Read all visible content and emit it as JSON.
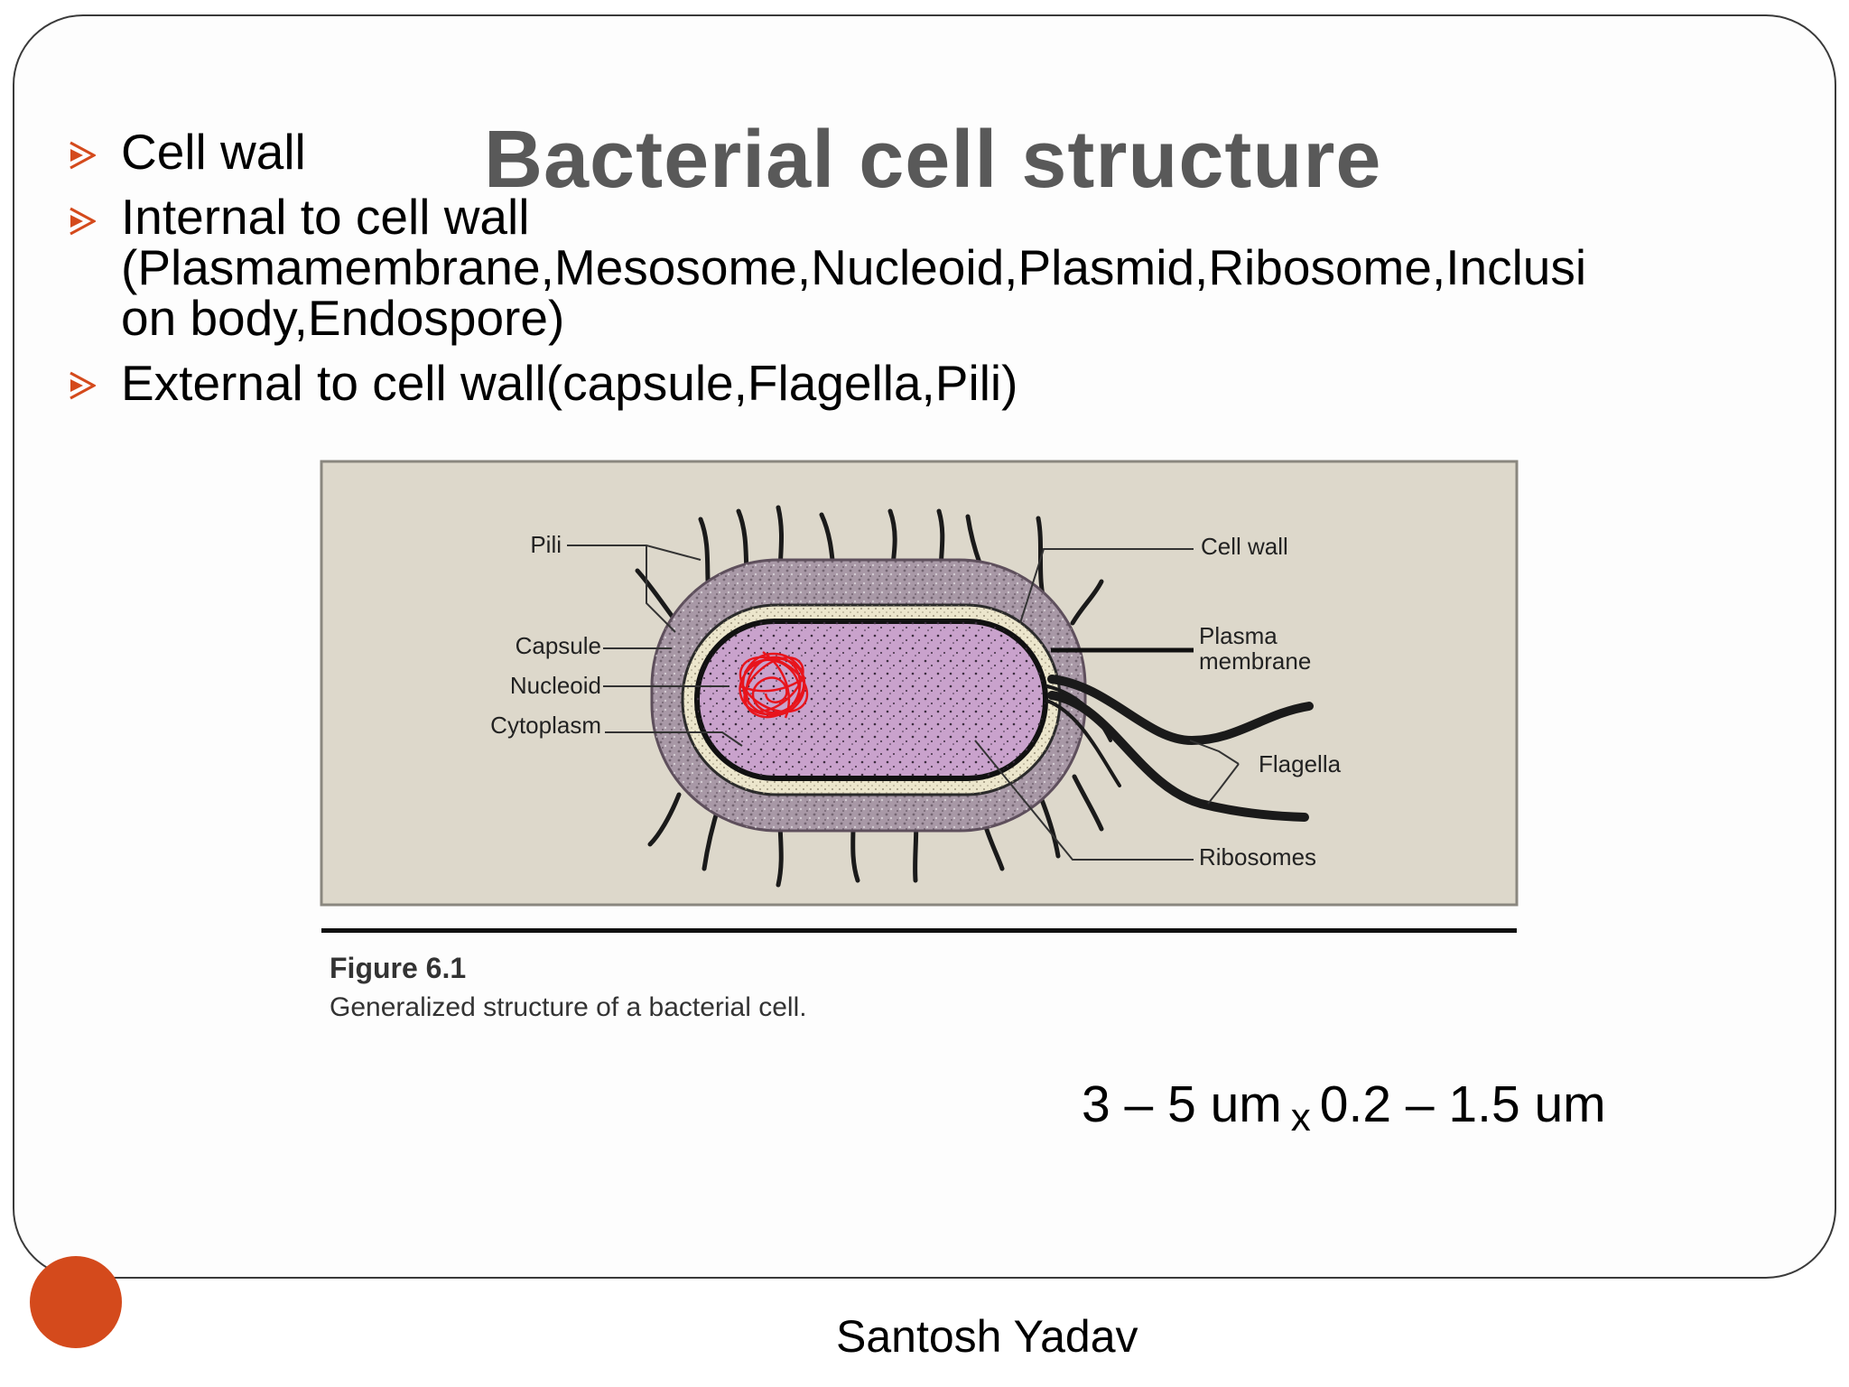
{
  "slide": {
    "title": "Bacterial cell structure",
    "accent_color": "#d44a1c",
    "bullet_icon": "arrow-bullet-icon",
    "bullets": [
      {
        "lines": [
          "Cell wall"
        ]
      },
      {
        "lines": [
          "Internal to cell wall",
          "(Plasmamembrane,Mesosome,Nucleoid,Plasmid,Ribosome,Inclusi",
          "on body,Endospore)"
        ]
      },
      {
        "lines": [
          " External to cell wall(capsule,Flagella,Pili)"
        ]
      }
    ],
    "dimensions": {
      "length": "3 – 5 um",
      "times": "x",
      "width": "0.2 – 1.5 um"
    },
    "author": "Santosh Yadav"
  },
  "figure": {
    "labels": {
      "pili": "Pili",
      "capsule": "Capsule",
      "nucleoid": "Nucleoid",
      "cytoplasm": "Cytoplasm",
      "cell_wall": "Cell wall",
      "plasma_membrane_line1": "Plasma",
      "plasma_membrane_line2": "membrane",
      "flagella": "Flagella",
      "ribosomes": "Ribosomes"
    },
    "caption_title": "Figure 6.1",
    "caption_text": "Generalized structure of a bacterial cell.",
    "colors": {
      "panel": "#ddd8cb",
      "capsule": "#a898a6",
      "cell_wall": "#ece6cc",
      "cytoplasm": "#c9a2cc",
      "nucleoid": "#e8141c"
    }
  }
}
